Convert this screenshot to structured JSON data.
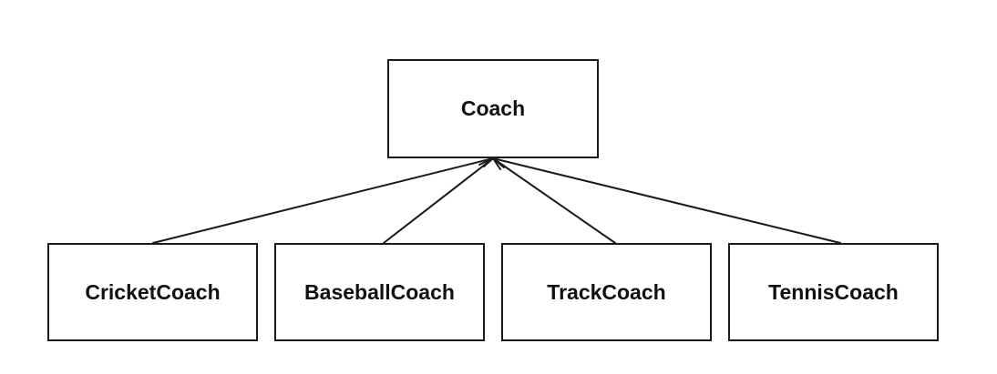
{
  "diagram": {
    "parent": {
      "id": "coach",
      "label": "Coach"
    },
    "children": [
      {
        "id": "cricket",
        "label": "CricketCoach"
      },
      {
        "id": "baseball",
        "label": "BaseballCoach"
      },
      {
        "id": "track",
        "label": "TrackCoach"
      },
      {
        "id": "tennis",
        "label": "TennisCoach"
      }
    ],
    "edges": [
      {
        "from": "cricket",
        "to": "coach"
      },
      {
        "from": "baseball",
        "to": "coach"
      },
      {
        "from": "track",
        "to": "coach"
      },
      {
        "from": "tennis",
        "to": "coach"
      }
    ],
    "colors": {
      "stroke": "#1a1a1a",
      "background": "#ffffff",
      "text": "#111111"
    }
  }
}
